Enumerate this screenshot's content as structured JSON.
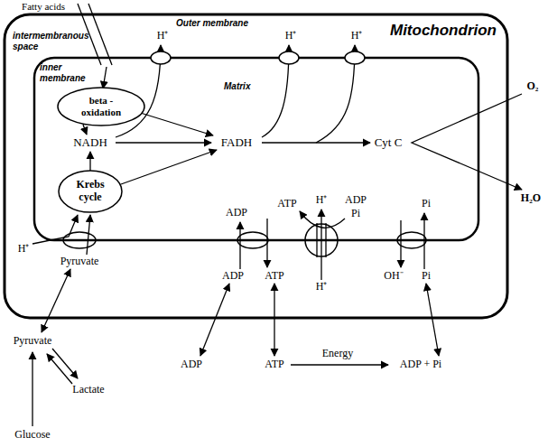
{
  "diagram": {
    "nodes": [
      {
        "text": [
          "Mitochondrion",
          "Outer membrane",
          "intermembranous space"
        ]
      },
      {
        "text": [
          "inner membrane",
          "Matrix"
        ],
        "in": 0
      },
      {
        "text": [
          "beta - oxidation"
        ],
        "in": 1
      },
      {
        "text": [
          "Krebs cycle"
        ],
        "in": 1
      }
    ],
    "labels": [
      "Fatty acids",
      "H⁺",
      "H⁺",
      "H⁺",
      "NADH",
      "FADH",
      "Cyt C",
      "O₂",
      "H₂O",
      "ATP",
      "H⁺",
      "ADP",
      "Pi",
      "ADP",
      "Pi",
      "H⁺",
      "Pyruvate",
      "ADP",
      "ATP",
      "H⁺",
      "OH⁻",
      "Pi",
      "Pyruvate",
      "Lactate",
      "ADP",
      "ATP",
      "Energy",
      "ADP + Pi",
      "Glucose"
    ]
  }
}
